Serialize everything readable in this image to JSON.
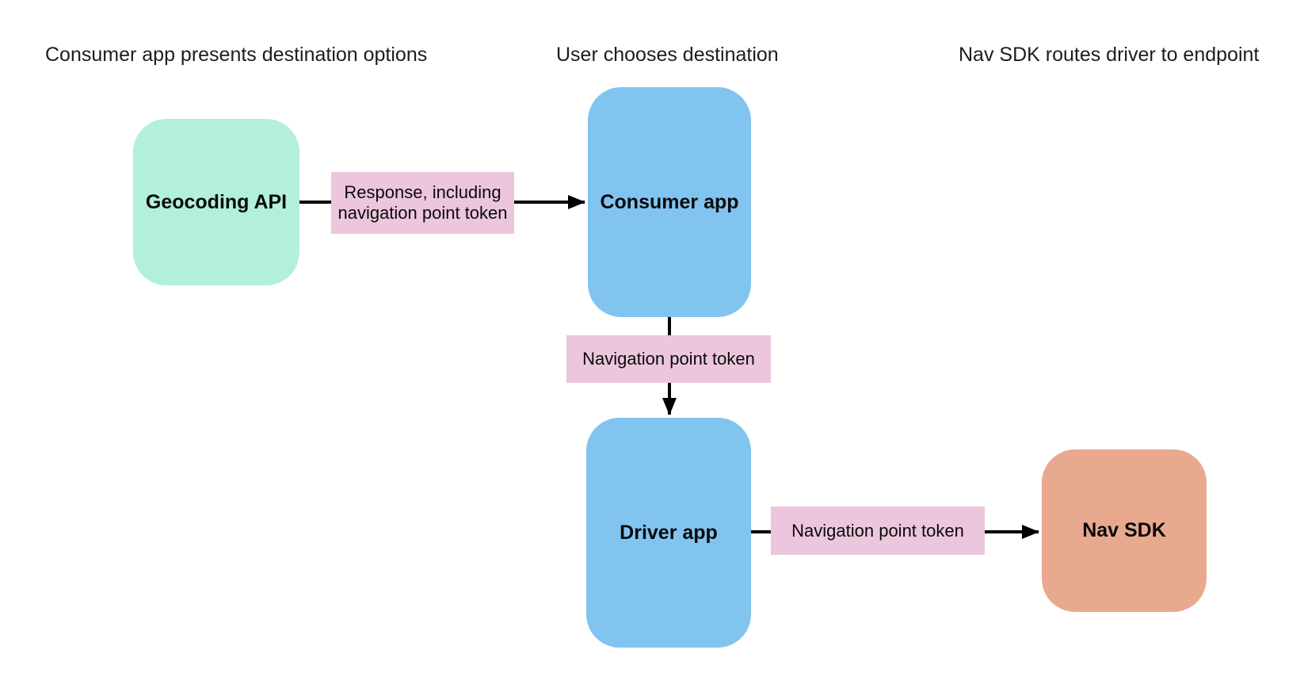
{
  "diagram": {
    "stage_headers": [
      {
        "label": "Consumer app presents destination options"
      },
      {
        "label": "User chooses destination"
      },
      {
        "label": "Nav SDK routes driver to endpoint"
      }
    ],
    "nodes": [
      {
        "id": "geocoding-api",
        "label": "Geocoding API",
        "color": "#b2f0db"
      },
      {
        "id": "consumer-app",
        "label": "Consumer app",
        "color": "#82c4f0"
      },
      {
        "id": "driver-app",
        "label": "Driver app",
        "color": "#82c4f0"
      },
      {
        "id": "nav-sdk",
        "label": "Nav SDK",
        "color": "#e9a98e"
      }
    ],
    "edges": [
      {
        "from": "geocoding-api",
        "to": "consumer-app",
        "label": "Response, including navigation point token"
      },
      {
        "from": "consumer-app",
        "to": "driver-app",
        "label": "Navigation point token"
      },
      {
        "from": "driver-app",
        "to": "nav-sdk",
        "label": "Navigation point token"
      }
    ],
    "colors": {
      "node_green": "#b2f0db",
      "node_blue": "#82c4f0",
      "node_salmon": "#e9a98e",
      "edge_label_pink": "#ecc6dc",
      "arrow": "#000000",
      "background": "#ffffff",
      "text": "#1d1d1f"
    }
  }
}
